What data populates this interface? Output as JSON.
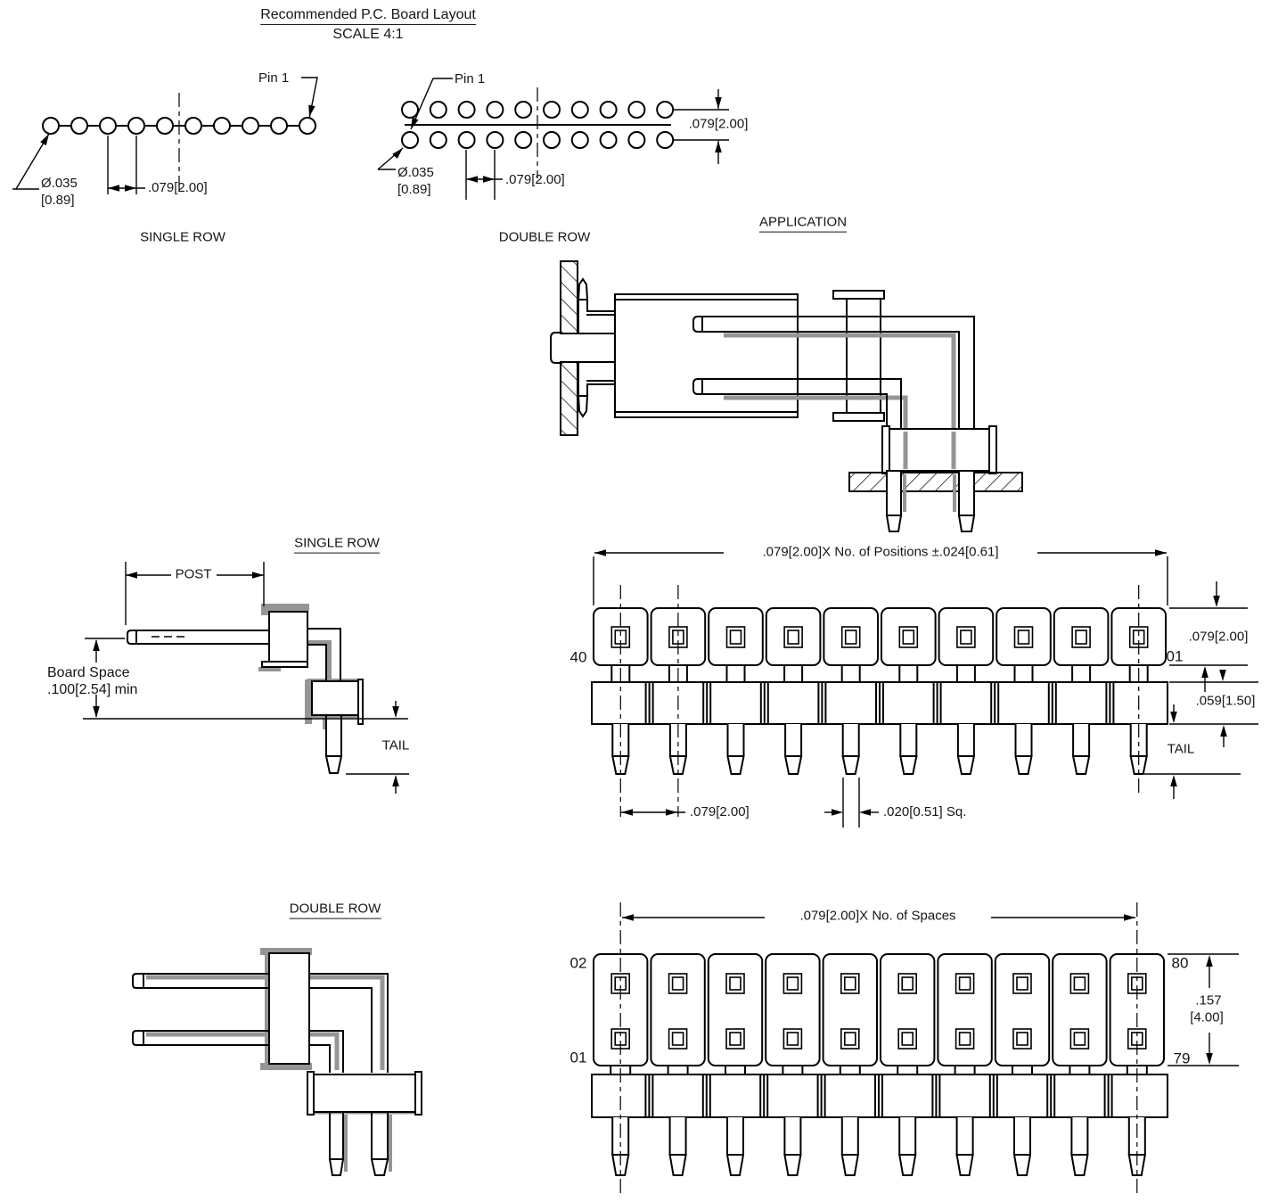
{
  "doc": {
    "title": "Recommended P.C. Board Layout",
    "scale": "SCALE 4:1"
  },
  "board_layout": {
    "single": {
      "caption": "SINGLE ROW",
      "pin1_label": "Pin 1",
      "hole_diameter": "Ø.035",
      "hole_diameter_mm": "[0.89]",
      "pitch": ".079[2.00]"
    },
    "double": {
      "caption": "DOUBLE ROW",
      "pin1_label": "Pin 1",
      "hole_diameter": "Ø.035",
      "hole_diameter_mm": "[0.89]",
      "pitch": ".079[2.00]",
      "row_spacing": ".079[2.00]"
    }
  },
  "application": {
    "caption": "APPLICATION"
  },
  "single_row": {
    "side": {
      "caption": "SINGLE ROW",
      "post_label": "POST",
      "board_space_line1": "Board Space",
      "board_space_line2": ".100[2.54] min",
      "tail_label": "TAIL"
    },
    "front": {
      "overall_dim": ".079[2.00]X No. of Positions ±.024[0.61]",
      "position_first": "40",
      "position_last": "01",
      "body_height": ".079[2.00]",
      "base_height": ".059[1.50]",
      "tail_label": "TAIL",
      "pitch": ".079[2.00]",
      "pin_square": ".020[0.51] Sq."
    }
  },
  "double_row": {
    "side": {
      "caption": "DOUBLE ROW"
    },
    "front": {
      "overall_dim": ".079[2.00]X No. of Spaces",
      "position_top_left": "02",
      "position_top_right": "80",
      "position_bottom_left": "01",
      "position_bottom_right": "79",
      "height_in": ".157",
      "height_mm": "[4.00]"
    }
  },
  "colors": {
    "line": "#000000",
    "shadow": "#959595",
    "background": "#ffffff"
  }
}
